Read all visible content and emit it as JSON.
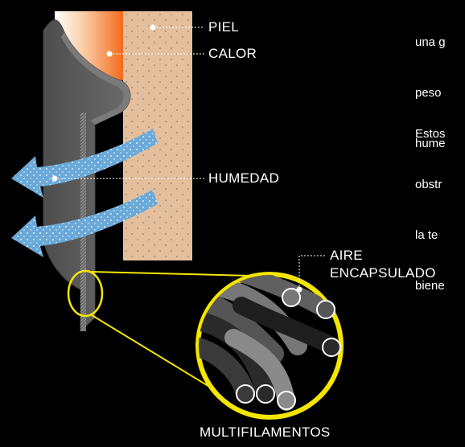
{
  "labels": {
    "piel": "PIEL",
    "calor": "CALOR",
    "humedad": "HUMEDAD",
    "aire_line1": "AIRE",
    "aire_line2": "ENCAPSULADO",
    "multifilamentos": "MULTIFILAMENTOS"
  },
  "paragraphs": [
    {
      "lines": [
        "una g",
        "peso",
        "hume"
      ]
    },
    {
      "lines": [
        "Estos",
        "obstr",
        "la te",
        "biene"
      ]
    }
  ],
  "colors": {
    "background": "#000000",
    "skin": "#e3bf9e",
    "heat": "#f26b1d",
    "fabric": "#5a5a5a",
    "moisture_arrow": "#6aa9d8",
    "zoom_highlight": "#f5e600",
    "text": "#ffffff"
  }
}
